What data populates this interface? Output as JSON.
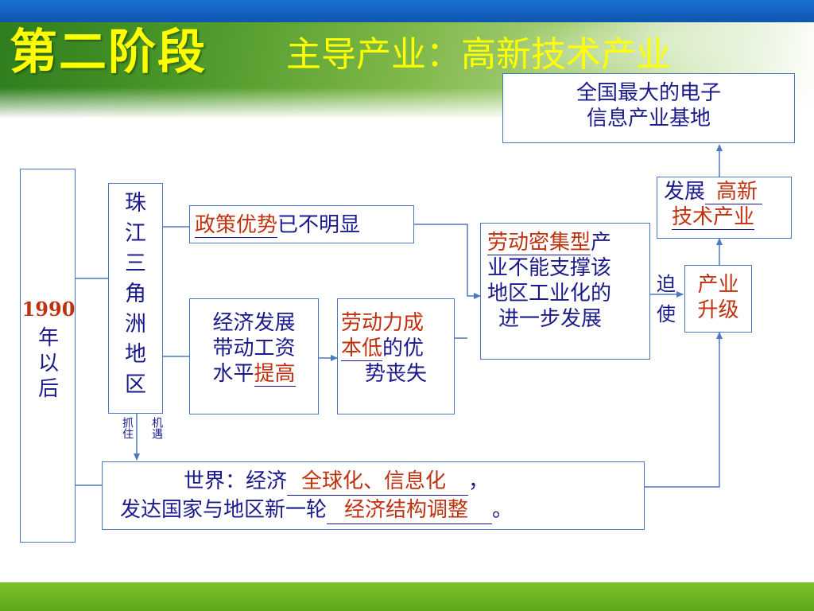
{
  "title": {
    "main": "第二阶段",
    "sub": "主导产业：高新技术产业"
  },
  "boxes": {
    "year": {
      "line1": "1990",
      "line2": "年",
      "line3": "以",
      "line4": "后"
    },
    "region": {
      "chars": [
        "珠",
        "江",
        "三",
        "角",
        "洲",
        "地",
        "区"
      ]
    },
    "policy": {
      "answer": "政策优势",
      "rest": "已不明显"
    },
    "economy": {
      "line1": "经济发展",
      "line2": "带动工资",
      "line3_prefix": "水平",
      "answer": "提高"
    },
    "labor": {
      "answer_line1": "劳动力成",
      "answer_line2": "本低",
      "rest_line2": "的优",
      "line3": "势丧失"
    },
    "labor_intensive": {
      "answer": "劳动密集型",
      "rest_line1": "产",
      "line2": "业不能支撑该",
      "line3": "地区工业化的",
      "line4": "进一步发展"
    },
    "develop": {
      "prefix": "发展",
      "answer_line1": "高新",
      "answer_line2": "技术产业"
    },
    "base": {
      "line1": "全国最大的电子",
      "line2": "信息产业基地"
    },
    "upgrade": {
      "line1": "产业",
      "line2": "升级"
    },
    "world": {
      "line1_prefix": "世界：经济",
      "answer1": "全球化、信息化",
      "line1_suffix": "，",
      "line2_prefix": "发达国家与地区新一轮",
      "answer2": "经济结构调整",
      "line2_suffix": "。"
    }
  },
  "labels": {
    "force_col1": "迫",
    "force_col2": "使",
    "grasp_col1": "抓住",
    "grasp_col2": "机遇"
  },
  "colors": {
    "text": "#1a1a8c",
    "answer": "#c0320f",
    "title": "#ffff00",
    "border": "#4a78c2"
  }
}
